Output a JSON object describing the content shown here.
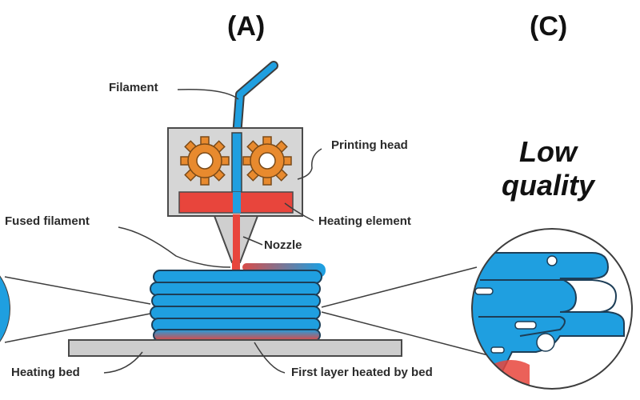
{
  "panels": {
    "a": "(A)",
    "c": "(C)"
  },
  "quality": {
    "line1": "Low",
    "line2": "quality"
  },
  "labels": {
    "filament": "Filament",
    "printing_head": "Printing head",
    "heating_element": "Heating element",
    "fused_filament": "Fused filament",
    "nozzle": "Nozzle",
    "heating_bed": "Heating bed",
    "first_layer": "First layer heated by bed"
  },
  "colors": {
    "filament_blue": "#1f9fe0",
    "heat_red": "#e8453c",
    "gear_orange": "#e88a2e",
    "head_gray": "#d6d6d6",
    "outline": "#4a4a4a"
  }
}
